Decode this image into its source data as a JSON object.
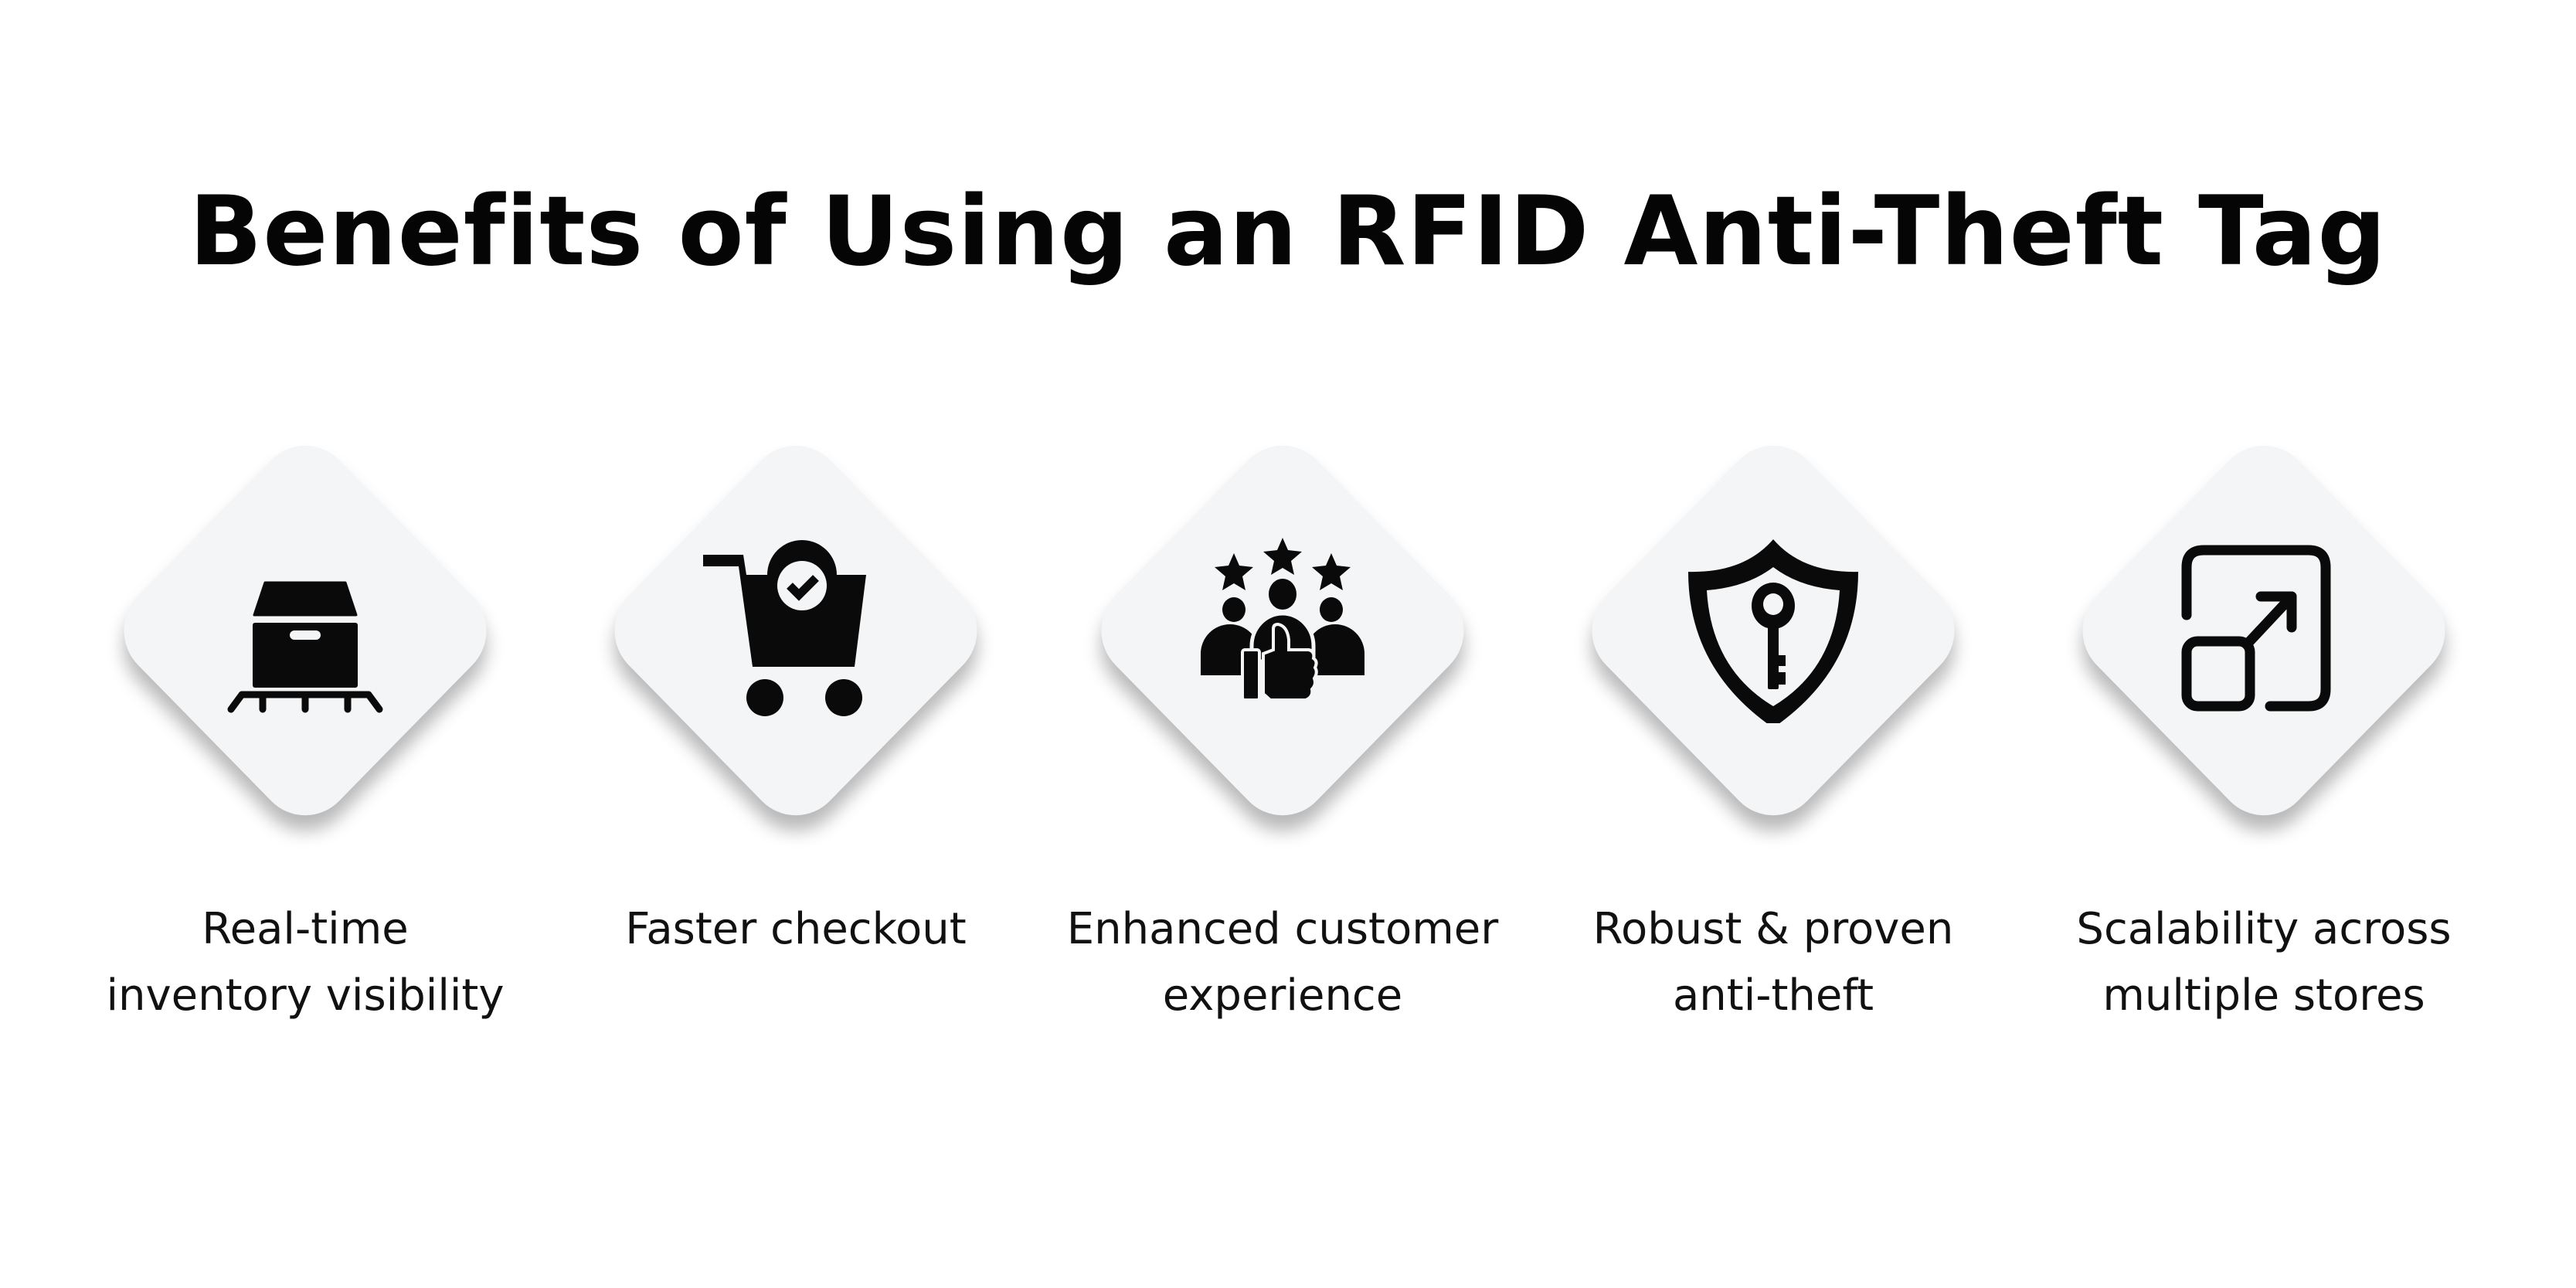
{
  "title": "Benefits of Using an RFID Anti-Theft Tag",
  "colors": {
    "background": "#ffffff",
    "tile": "#f4f5f7",
    "icon": "#0a0a0a",
    "text": "#111111"
  },
  "benefits": [
    {
      "icon": "box-on-pallet-icon",
      "label_lines": [
        "Real-time",
        "inventory visibility"
      ]
    },
    {
      "icon": "shopping-cart-check-icon",
      "label_lines": [
        "Faster checkout"
      ]
    },
    {
      "icon": "customers-thumbs-up-stars-icon",
      "label_lines": [
        "Enhanced customer",
        "experience"
      ]
    },
    {
      "icon": "shield-key-icon",
      "label_lines": [
        "Robust & proven",
        "anti-theft"
      ]
    },
    {
      "icon": "scale-up-arrow-icon",
      "label_lines": [
        "Scalability across",
        "multiple stores"
      ]
    }
  ]
}
